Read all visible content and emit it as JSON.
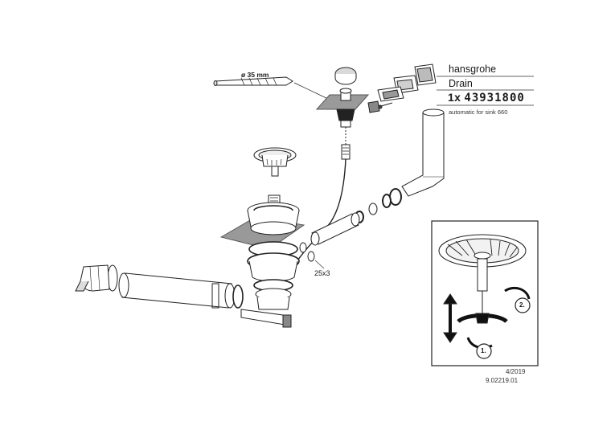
{
  "header": {
    "brand": "hansgrohe",
    "product": "Drain",
    "quantity": "1x",
    "article_number": "43931800",
    "note": "automatic for sink 660"
  },
  "annotations": {
    "drill_size": "ø 35 mm",
    "hose_dimension": "25x3"
  },
  "detail": {
    "step_1": "1.",
    "step_2": "2."
  },
  "footer": {
    "date": "4/2019",
    "doc_number": "9.02219.01"
  }
}
